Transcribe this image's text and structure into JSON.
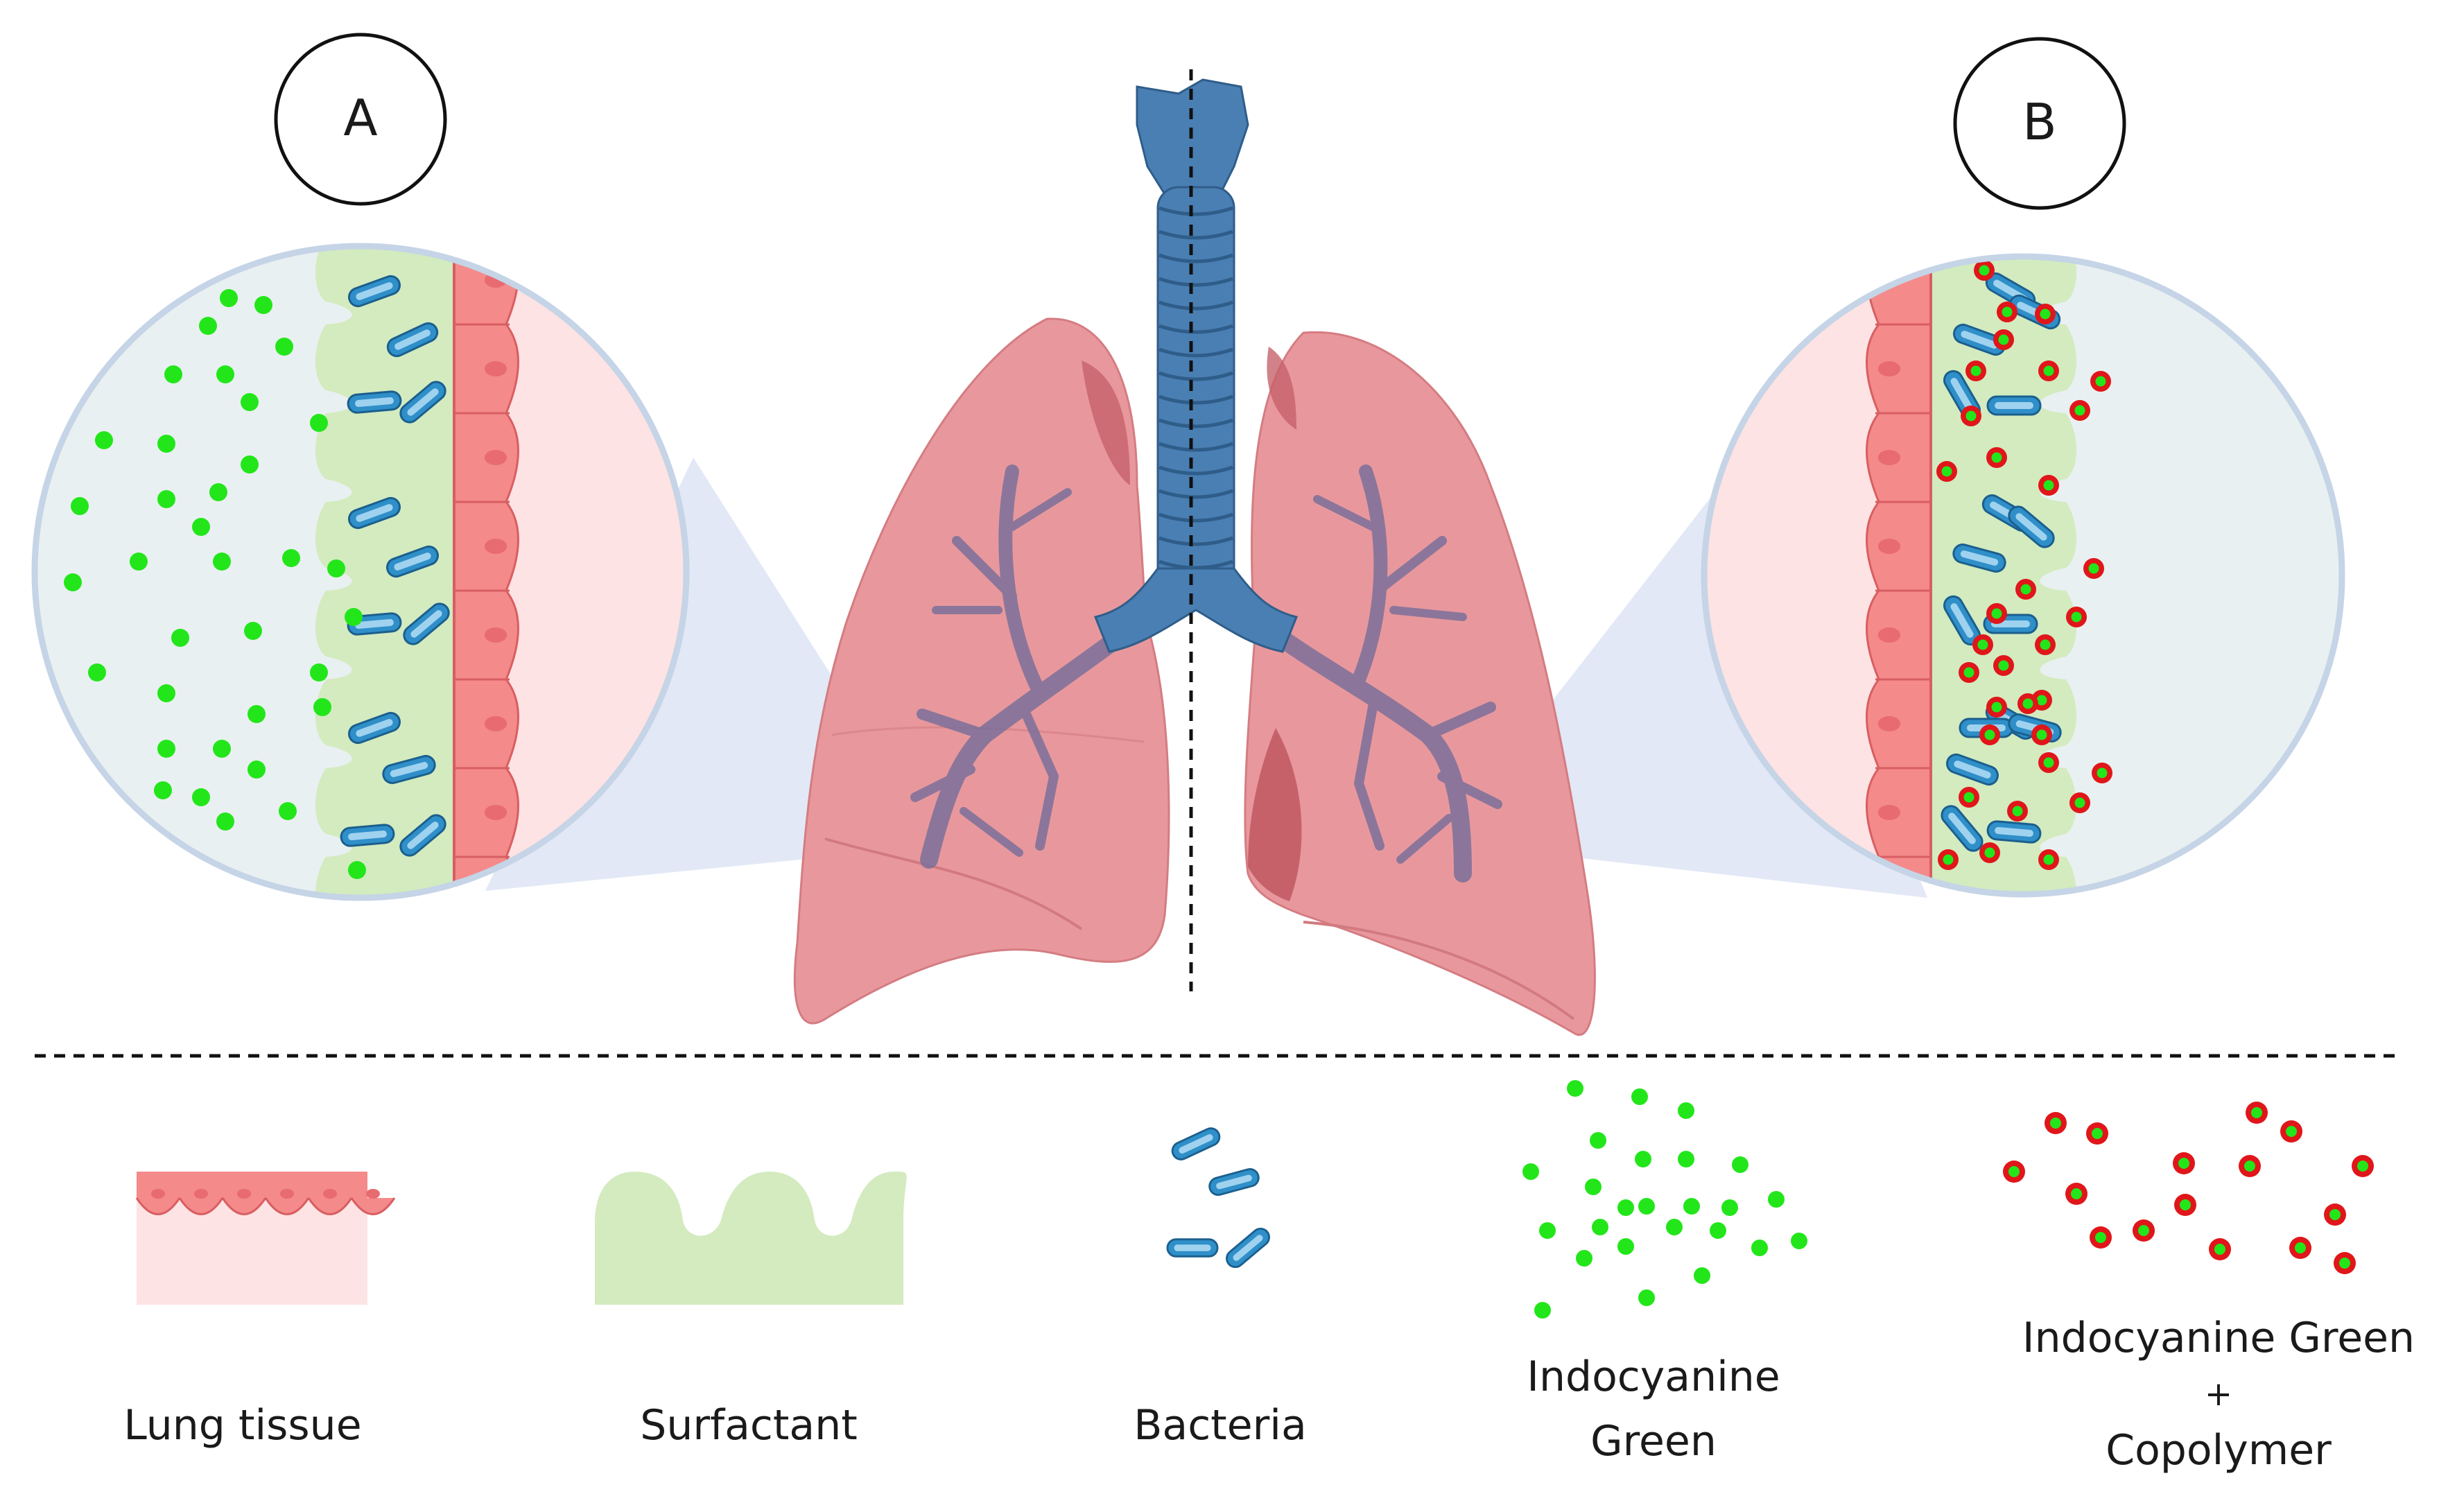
{
  "panels": {
    "a_label": "A",
    "b_label": "B"
  },
  "legend": {
    "lung_tissue": "Lung tissue",
    "surfactant": "Surfactant",
    "bacteria": "Bacteria",
    "icg_line1": "Indocyanine",
    "icg_line2": "Green",
    "icgc_line1": "Indocyanine Green",
    "icgc_line2": "+",
    "icgc_line3": "Copolymer"
  },
  "colors": {
    "tissue_fill": "#fde3e3",
    "tissue_cell": "#f48a8a",
    "surfactant": "#d3ebbf",
    "bacteria": "#2f8fc9",
    "icg_green": "#22e61a",
    "copolymer_red": "#e0161a",
    "lung": "#e8989c",
    "trachea": "#4a7fb3",
    "zoom_bg": "#e9f0f1"
  }
}
